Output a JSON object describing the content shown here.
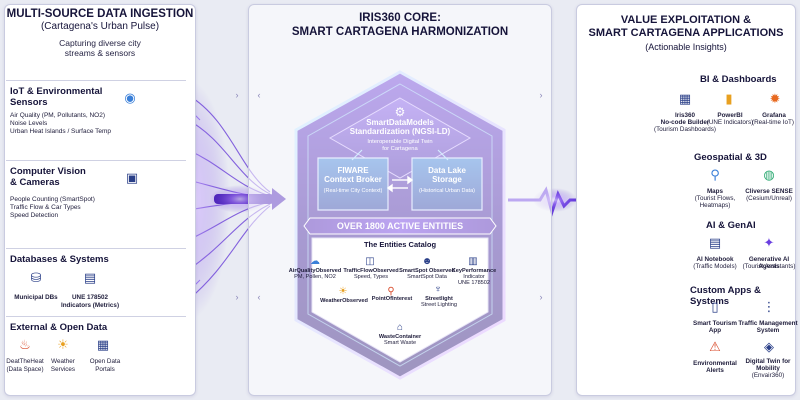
{
  "left": {
    "title": "MULTI-SOURCE DATA INGESTION",
    "subtitle": "(Cartagena's Urban Pulse)",
    "tagline_1": "Capturing diverse city",
    "tagline_2": "streams & sensors",
    "iot": {
      "title_1": "IoT & Environmental",
      "title_2": "Sensors",
      "items": [
        "Air Quality (PM, Pollutants, NO2)",
        "Noise Levels",
        "Urban Heat Islands / Surface Temp"
      ]
    },
    "cv": {
      "title_1": "Computer Vision",
      "title_2": "& Cameras",
      "items": [
        "People Counting (SmartSpot)",
        "Traffic Flow & Car Types",
        "Speed Detection"
      ]
    },
    "db": {
      "title": "Databases & Systems",
      "municipal": "Municipal DBs",
      "une_1": "UNE 178502",
      "une_2": "Indicators (Metrics)"
    },
    "ext": {
      "title": "External & Open Data",
      "items": [
        {
          "l1": "DeatTheHeat",
          "l2": "(Data Space)"
        },
        {
          "l1": "Weather",
          "l2": "Services"
        },
        {
          "l1": "Open Data",
          "l2": "Portals"
        }
      ]
    }
  },
  "center": {
    "title_1": "IRIS360 CORE:",
    "title_2": "SMART CARTAGENA HARMONIZATION",
    "sdm_1": "SmartDataModels",
    "sdm_2": "Standardization (NGSI-LD)",
    "twin_1": "Interoperable Digital Twin",
    "twin_2": "for Cartagena",
    "broker_1": "FIWARE",
    "broker_2": "Context Broker",
    "broker_sub": "(Real-time City Context)",
    "lake_1": "Data Lake",
    "lake_2": "Storage",
    "lake_sub": "(Historical Urban Data)",
    "banner": "OVER 1800 ACTIVE ENTITIES",
    "catalog_title": "The Entities Catalog",
    "entities": [
      {
        "l1": "AirQualityObserved",
        "l2": "PM, Pollen, NO2"
      },
      {
        "l1": "TrafficFlowObserved",
        "l2": "Speed, Types"
      },
      {
        "l1": "SmartSpot Observed",
        "l2": "SmartSpot Data"
      },
      {
        "l1": "KeyPerformance",
        "l2": "Indicator"
      },
      {
        "l1": "UNE 178502",
        "l2": ""
      },
      {
        "l1": "WeatherObserved",
        "l2": ""
      },
      {
        "l1": "PointOfInterest",
        "l2": ""
      },
      {
        "l1": "Streetlight",
        "l2": "Street Lighting"
      },
      {
        "l1": "WasteContainer",
        "l2": "Smart Waste"
      }
    ]
  },
  "right": {
    "title_1": "VALUE EXPLOITATION &",
    "title_2": "SMART CARTAGENA APPLICATIONS",
    "subtitle": "(Actionable Insights)",
    "bi": {
      "title": "BI & Dashboards",
      "items": [
        {
          "l1": "Iris360",
          "l2": "No-code Builder",
          "l3": "(Tourism Dashboards)"
        },
        {
          "l1": "PowerBI",
          "l2": "(UNE Indicators)",
          "l3": ""
        },
        {
          "l1": "Grafana",
          "l2": "(Real-time IoT)",
          "l3": ""
        }
      ]
    },
    "geo": {
      "title": "Geospatial & 3D",
      "items": [
        {
          "l1": "Maps",
          "l2": "(Tourist Flows,",
          "l3": "Heatmaps)"
        },
        {
          "l1": "Cliverse SENSE",
          "l2": "(Cesium/Unreal)",
          "l3": ""
        }
      ]
    },
    "ai": {
      "title": "AI & GenAI",
      "items": [
        {
          "l1": "AI Notebook",
          "l2": "(Traffic Models)"
        },
        {
          "l1": "Generative AI Agents",
          "l2": "(Tourist Assistants)"
        }
      ]
    },
    "apps": {
      "title": "Custom Apps & Systems",
      "items": [
        {
          "l1": "Smart Tourism",
          "l2": "App",
          "l3": ""
        },
        {
          "l1": "Traffic Management",
          "l2": "System",
          "l3": ""
        },
        {
          "l1": "Environmental",
          "l2": "Alerts",
          "l3": ""
        },
        {
          "l1": "Digital Twin for",
          "l2": "Mobility",
          "l3": "(Envair360)"
        }
      ]
    }
  }
}
